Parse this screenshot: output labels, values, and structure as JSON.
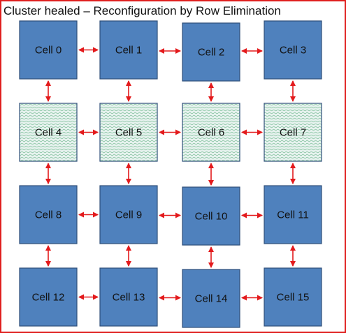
{
  "title": "Cluster healed – Reconfiguration by Row Elimination",
  "colors": {
    "frame": "#e0201f",
    "cell_fill": "#4f81bd",
    "cell_border": "#2f4f7a",
    "eliminated_fill": "#e6f2ee",
    "eliminated_pattern": "#7fbf9a",
    "arrow": "#e31a1c",
    "label_dark": "#111111"
  },
  "eliminated_row": 1,
  "cells": [
    {
      "label": "Cell 0"
    },
    {
      "label": "Cell 1"
    },
    {
      "label": "Cell 2"
    },
    {
      "label": "Cell 3"
    },
    {
      "label": "Cell 4"
    },
    {
      "label": "Cell 5"
    },
    {
      "label": "Cell 6"
    },
    {
      "label": "Cell 7"
    },
    {
      "label": "Cell 8"
    },
    {
      "label": "Cell 9"
    },
    {
      "label": "Cell 10"
    },
    {
      "label": "Cell 11"
    },
    {
      "label": "Cell 12"
    },
    {
      "label": "Cell 13"
    },
    {
      "label": "Cell 14"
    },
    {
      "label": "Cell 15"
    }
  ]
}
